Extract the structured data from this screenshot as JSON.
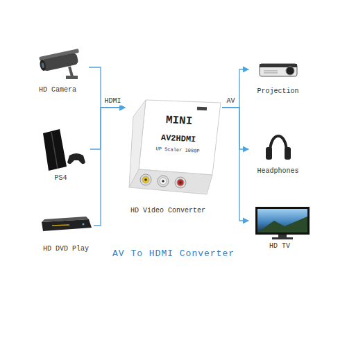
{
  "diagram": {
    "title": "AV To HDMI Converter",
    "nodes": [
      {
        "text": [
          "HD Camera"
        ]
      },
      {
        "text": [
          "PS4"
        ]
      },
      {
        "text": [
          "HD DVD Play"
        ]
      },
      {
        "text": [
          "MINI",
          "AV2HDMI",
          "UP Scaler 1080P",
          "HD Video Converter"
        ]
      },
      {
        "text": [
          "Projection"
        ]
      },
      {
        "text": [
          "Headphones"
        ]
      },
      {
        "text": [
          "HD TV"
        ]
      }
    ],
    "edges": [
      {
        "from": 0,
        "to": 3,
        "label": "HDMI",
        "arrow": "to"
      },
      {
        "from": 1,
        "to": 3,
        "arrow": "to"
      },
      {
        "from": 2,
        "to": 3,
        "arrow": "to"
      },
      {
        "from": 3,
        "to": 4,
        "label": "AV",
        "arrow": "to"
      },
      {
        "from": 3,
        "to": 5,
        "arrow": "to"
      },
      {
        "from": 3,
        "to": 6,
        "arrow": "to"
      }
    ]
  }
}
